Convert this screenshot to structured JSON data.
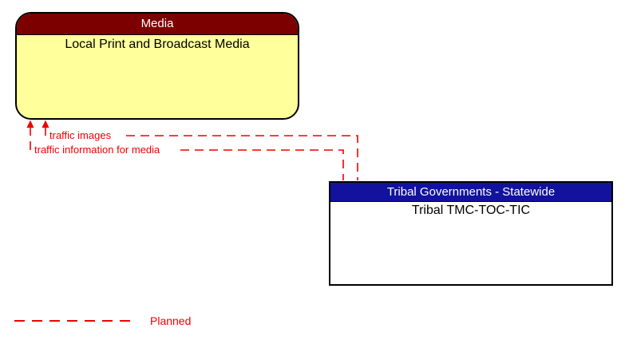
{
  "diagram": {
    "type": "interconnect-diagram",
    "entities": {
      "media": {
        "header": "Media",
        "body": "Local Print and Broadcast Media",
        "header_bg": "#7d0000",
        "header_text_color": "#ffffff",
        "body_bg": "#ffff9c",
        "body_text_color": "#000000",
        "shape": "rounded-rectangle"
      },
      "tribal": {
        "header": "Tribal Governments - Statewide",
        "body": "Tribal TMC-TOC-TIC",
        "header_bg": "#12129e",
        "header_text_color": "#ffffff",
        "body_bg": "#ffffff",
        "body_text_color": "#000000",
        "shape": "rectangle"
      }
    },
    "connections": [
      {
        "label": "traffic images",
        "from": "Tribal TMC-TOC-TIC",
        "to": "Local Print and Broadcast Media",
        "status": "planned",
        "line_style": "dashed",
        "color": "#f00000"
      },
      {
        "label": "traffic information for media",
        "from": "Tribal TMC-TOC-TIC",
        "to": "Local Print and Broadcast Media",
        "status": "planned",
        "line_style": "dashed",
        "color": "#f00000"
      }
    ],
    "legend": {
      "label": "Planned",
      "line_style": "dashed",
      "color": "#f00000"
    }
  }
}
